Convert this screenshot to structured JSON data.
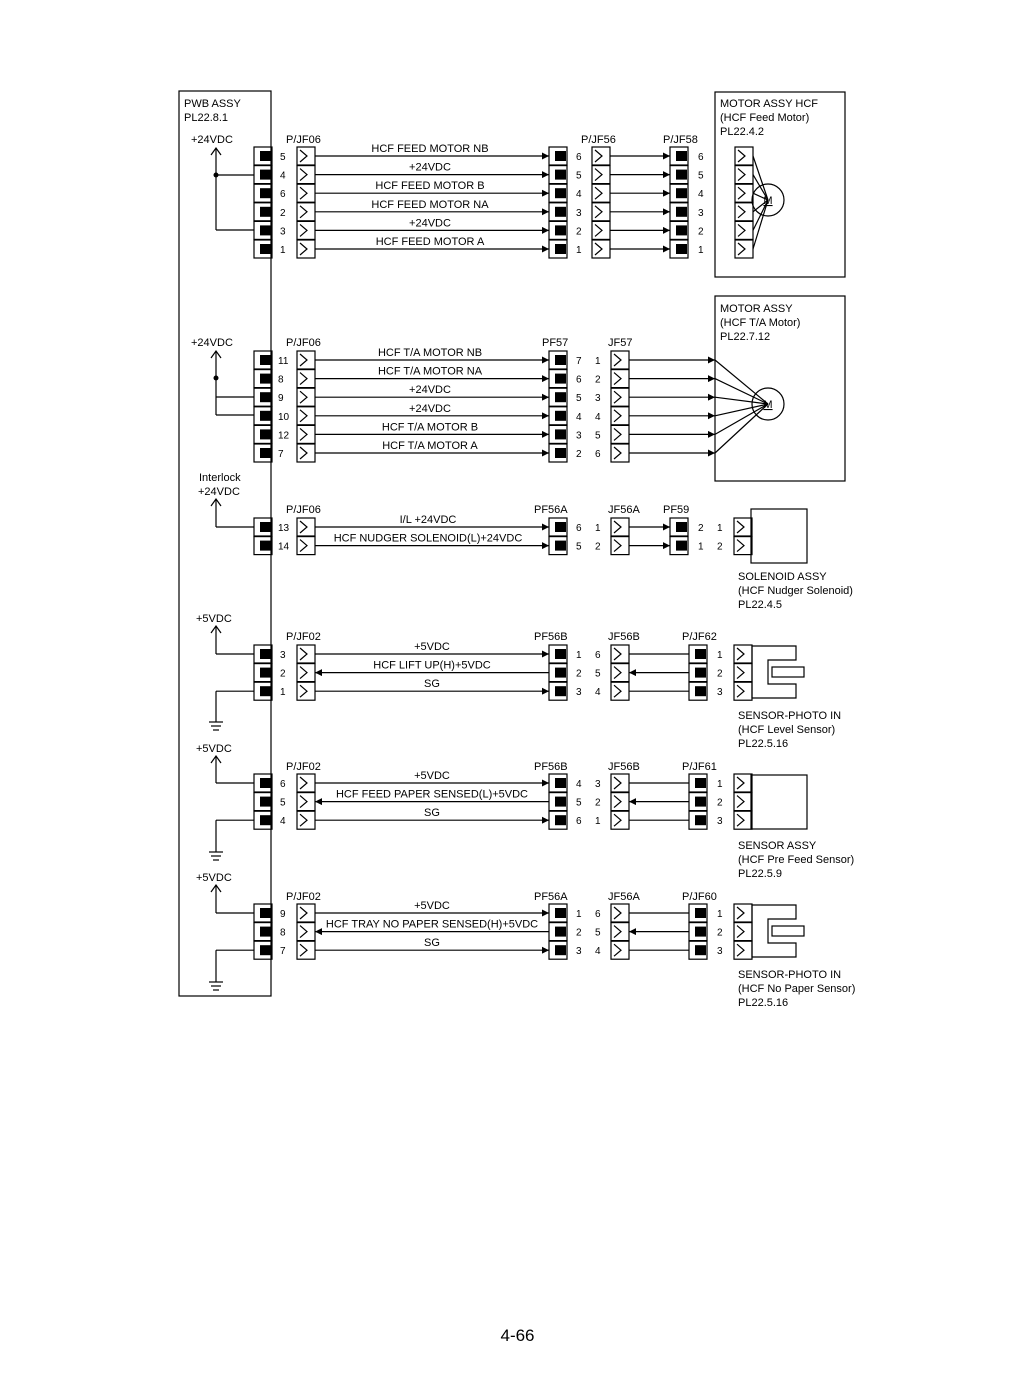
{
  "pwb": {
    "title": "PWB ASSY",
    "ref": "PL22.8.1"
  },
  "motor_feed": {
    "lines": [
      "MOTOR ASSY HCF",
      "(HCF Feed Motor)",
      "PL22.4.2"
    ],
    "symbol": "M"
  },
  "motor_ta": {
    "lines": [
      "MOTOR ASSY",
      "(HCF T/A Motor)",
      "PL22.7.12"
    ],
    "symbol": "M"
  },
  "solenoid": {
    "lines": [
      "SOLENOID ASSY",
      "(HCF Nudger Solenoid)",
      "PL22.4.5"
    ]
  },
  "sensor_level": {
    "lines": [
      "SENSOR-PHOTO IN",
      "(HCF Level Sensor)",
      "PL22.5.16"
    ]
  },
  "sensor_prefeed": {
    "lines": [
      "SENSOR ASSY",
      "(HCF Pre Feed Sensor)",
      "PL22.5.9"
    ]
  },
  "sensor_nopaper": {
    "lines": [
      "SENSOR-PHOTO IN",
      "(HCF No Paper Sensor)",
      "PL22.5.16"
    ]
  },
  "sections": [
    {
      "supply": [
        "+24VDC"
      ],
      "c1": "P/JF06",
      "c2": "P/JF56",
      "c3": "P/JF58",
      "pins_a": [
        "5",
        "4",
        "6",
        "2",
        "3",
        "1"
      ],
      "pins_b": [
        "6",
        "5",
        "4",
        "3",
        "2",
        "1"
      ],
      "pins_c": [],
      "pins_d": [
        "6",
        "5",
        "4",
        "3",
        "2",
        "1"
      ],
      "signals": [
        "HCF FEED MOTOR NB",
        "+24VDC",
        "HCF FEED MOTOR B",
        "HCF FEED MOTOR NA",
        "+24VDC",
        "HCF FEED MOTOR A"
      ]
    },
    {
      "supply": [
        "+24VDC"
      ],
      "c1": "P/JF06",
      "c2": "PF57",
      "c3": "JF57",
      "pins_a": [
        "11",
        "8",
        "9",
        "10",
        "12",
        "7"
      ],
      "pins_b": [
        "7",
        "6",
        "5",
        "4",
        "3",
        "2"
      ],
      "pins_c": [
        "1",
        "2",
        "3",
        "4",
        "5",
        "6"
      ],
      "pins_d": [],
      "signals": [
        "HCF T/A MOTOR NB",
        "HCF T/A MOTOR NA",
        "+24VDC",
        "+24VDC",
        "HCF T/A MOTOR B",
        "HCF T/A MOTOR A"
      ]
    },
    {
      "supply": [
        "Interlock",
        "+24VDC"
      ],
      "c1": "P/JF06",
      "c2": "PF56A",
      "c3": "JF56A",
      "c4": "PF59",
      "pins_a": [
        "13",
        "14"
      ],
      "pins_b": [
        "6",
        "5"
      ],
      "pins_c": [
        "1",
        "2"
      ],
      "pins_d": [
        "2",
        "1"
      ],
      "pins_e": [
        "1",
        "2"
      ],
      "signals": [
        "I/L +24VDC",
        "HCF NUDGER SOLENOID(L)+24VDC"
      ]
    },
    {
      "supply": [
        "+5VDC"
      ],
      "c1": "P/JF02",
      "c2": "PF56B",
      "c3": "JF56B",
      "c4": "P/JF62",
      "pins_a": [
        "3",
        "2",
        "1"
      ],
      "pins_b": [
        "1",
        "2",
        "3"
      ],
      "pins_c": [
        "6",
        "5",
        "4"
      ],
      "pins_d": [
        "1",
        "2",
        "3"
      ],
      "signals": [
        "+5VDC",
        "HCF LIFT UP(H)+5VDC",
        "SG"
      ]
    },
    {
      "supply": [
        "+5VDC"
      ],
      "c1": "P/JF02",
      "c2": "PF56B",
      "c3": "JF56B",
      "c4": "P/JF61",
      "pins_a": [
        "6",
        "5",
        "4"
      ],
      "pins_b": [
        "4",
        "5",
        "6"
      ],
      "pins_c": [
        "3",
        "2",
        "1"
      ],
      "pins_d": [
        "1",
        "2",
        "3"
      ],
      "signals": [
        "+5VDC",
        "HCF FEED PAPER SENSED(L)+5VDC",
        "SG"
      ]
    },
    {
      "supply": [
        "+5VDC"
      ],
      "c1": "P/JF02",
      "c2": "PF56A",
      "c3": "JF56A",
      "c4": "P/JF60",
      "pins_a": [
        "9",
        "8",
        "7"
      ],
      "pins_b": [
        "1",
        "2",
        "3"
      ],
      "pins_c": [
        "6",
        "5",
        "4"
      ],
      "pins_d": [
        "1",
        "2",
        "3"
      ],
      "signals": [
        "+5VDC",
        "HCF TRAY NO PAPER SENSED(H)+5VDC",
        "SG"
      ]
    }
  ],
  "page_number": "4-66"
}
